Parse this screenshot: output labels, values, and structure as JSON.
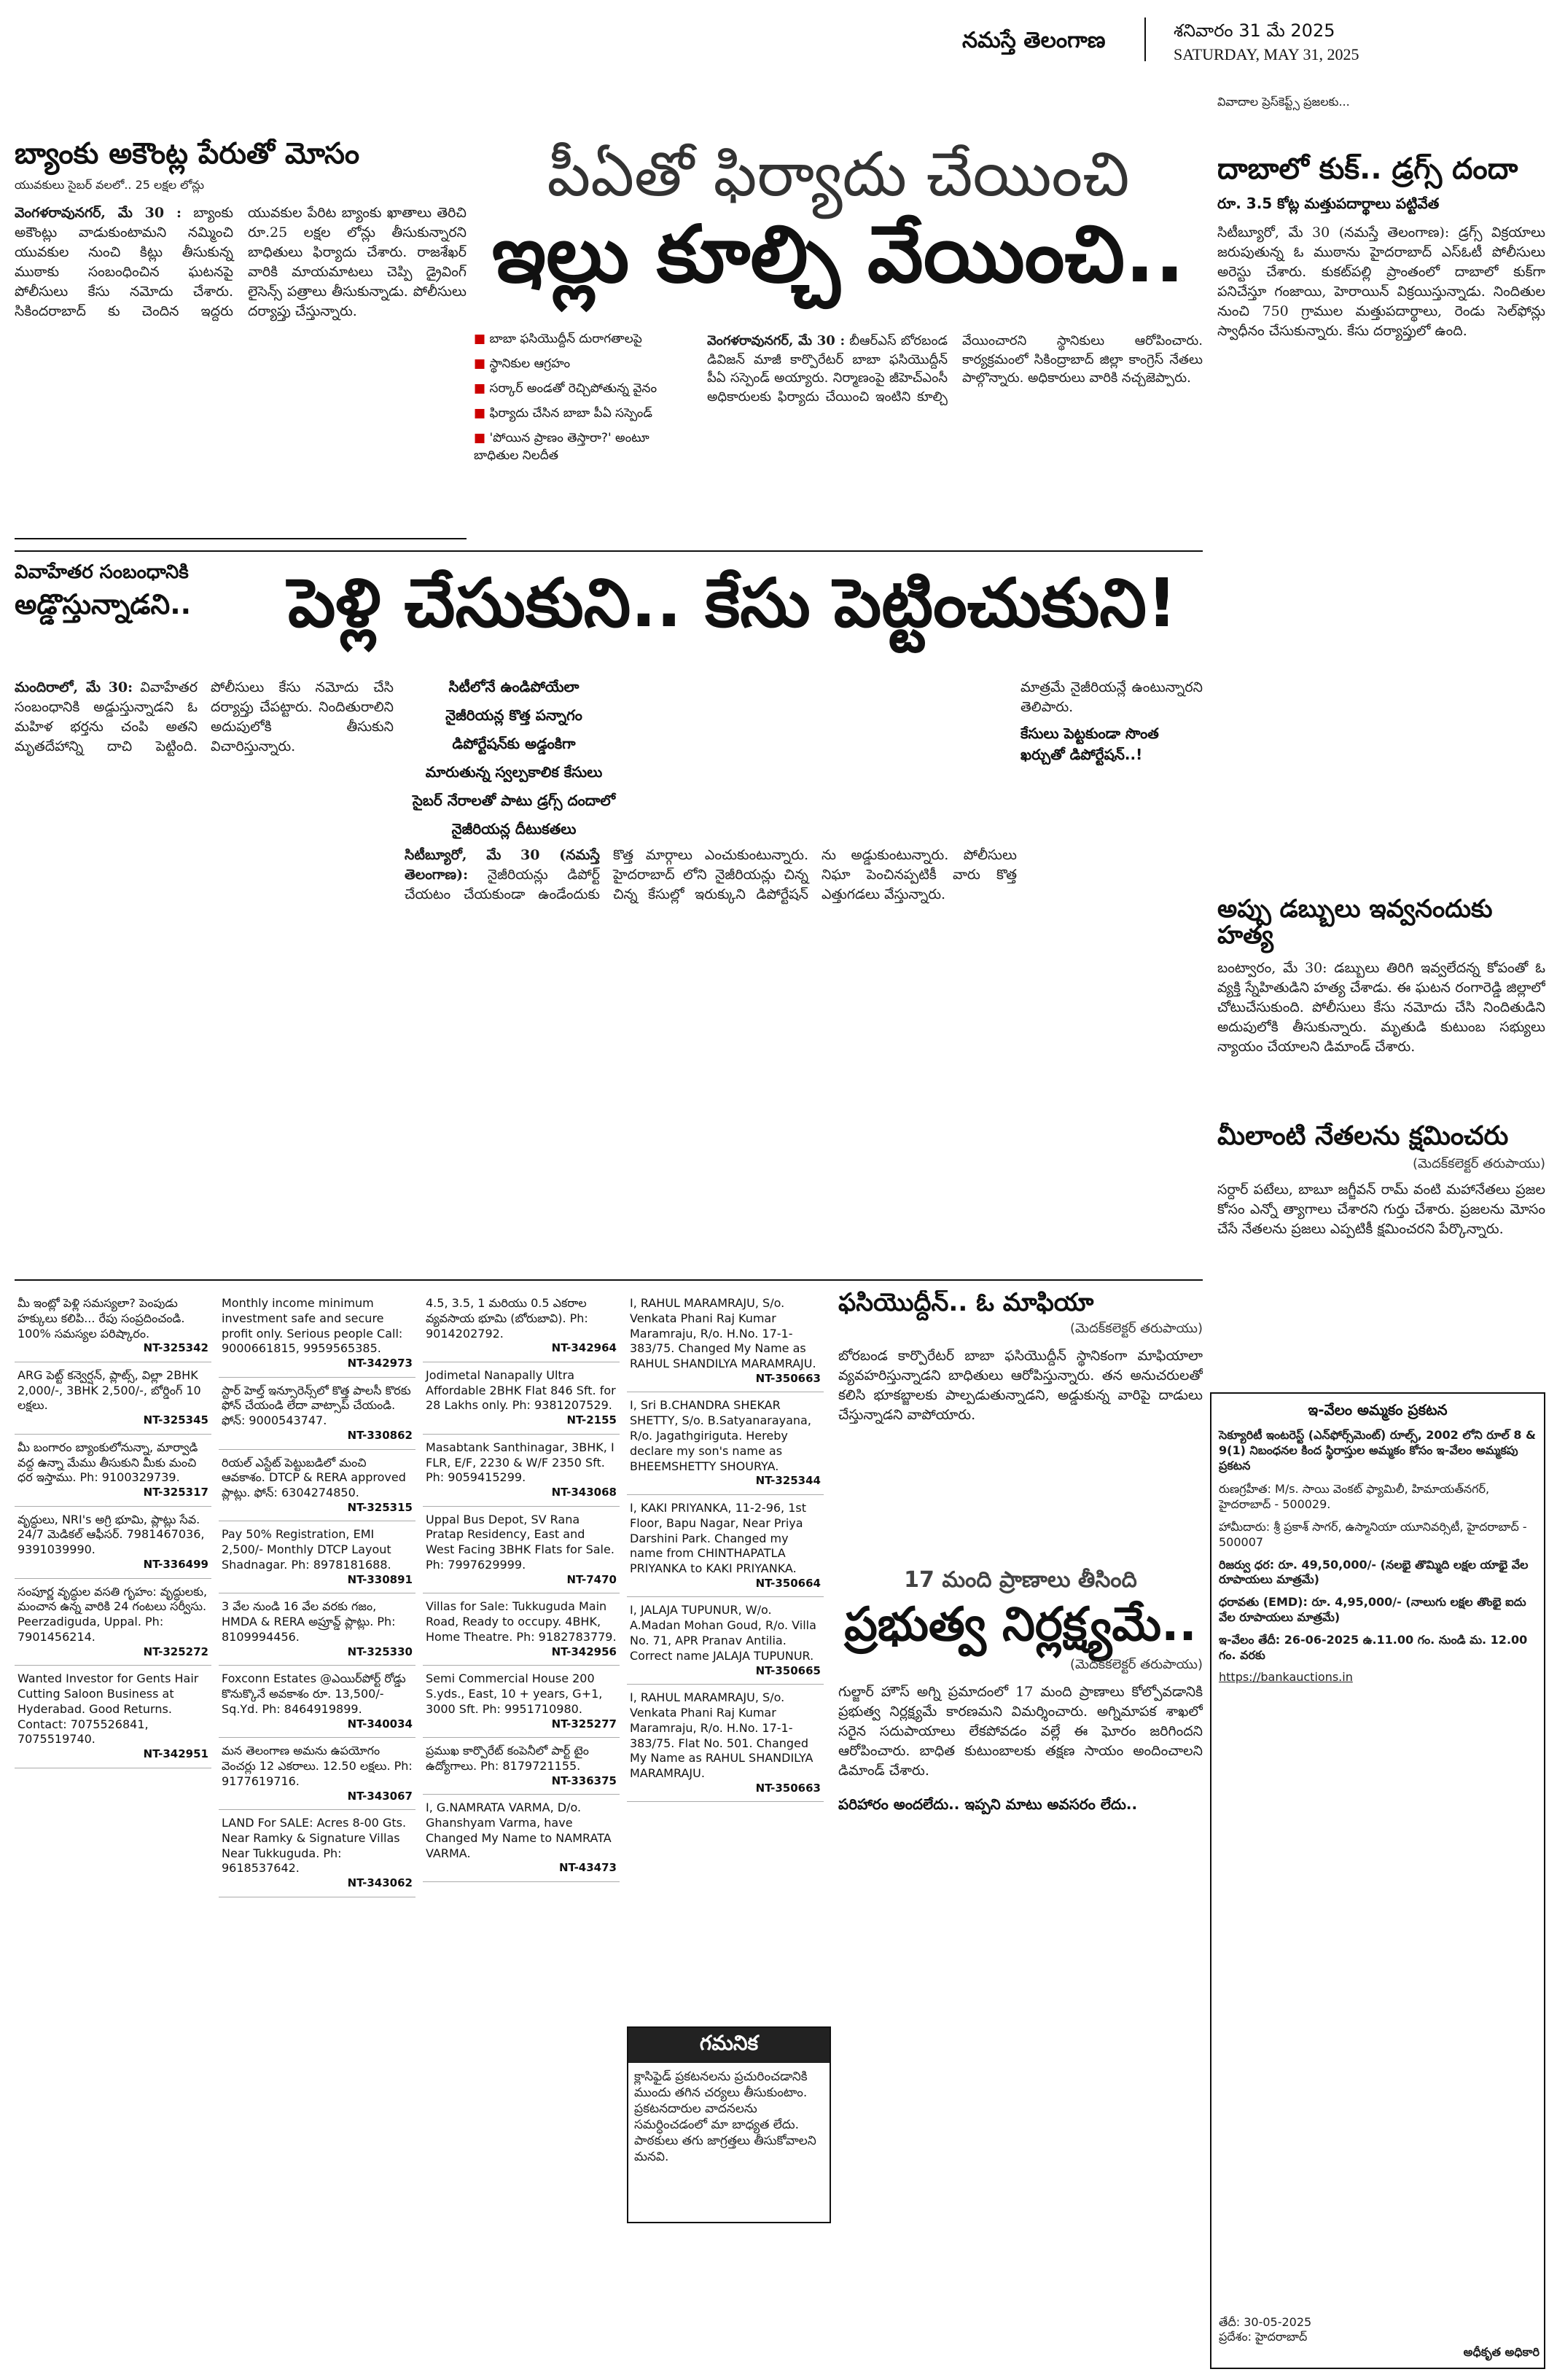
{
  "masthead": {
    "brand": "నమస్తే తెలంగాణ",
    "telugu_date": "శనివారం 31 మే 2025",
    "english_date": "SATURDAY, MAY 31, 2025"
  },
  "story_bank": {
    "headline": "బ్యాంకు అకౌంట్ల పేరుతో మోసం",
    "subhead": "యువకులు సైబర్ వలలో.. 25 లక్షల లోన్లు",
    "lead": "వెంగళరావునగర్, మే 30 :",
    "body": "బ్యాంకు అకౌంట్లు వాడుకుంటామని నమ్మించి యువకుల నుంచి కిట్లు తీసుకున్న ముఠాకు సంబంధించిన ఘటనపై పోలీసులు కేసు నమోదు చేశారు. సికిందరాబాద్ కు చెందిన ఇద్దరు యువకుల పేరిట బ్యాంకు ఖాతాలు తెరిచి రూ.25 లక్షల లోన్లు తీసుకున్నారని బాధితులు ఫిర్యాదు చేశారు. రాజశేఖర్ వారికి మాయమాటలు చెప్పి డ్రైవింగ్ లైసెన్స్ పత్రాలు తీసుకున్నాడు. పోలీసులు దర్యాప్తు చేస్తున్నారు."
  },
  "story_pa": {
    "headline_top": "పీఏతో ఫిర్యాదు చేయించి",
    "headline_main": "ఇల్లు కూల్చి వేయించి..",
    "bullets": [
      "బాబా ఫసియొద్దీన్ దురాగతాలపై",
      "స్థానికుల ఆగ్రహం",
      "సర్కార్ అండతో రెచ్చిపోతున్న వైనం",
      "ఫిర్యాదు చేసిన బాబా పీఏ సస్పెండ్",
      "'పోయిన ప్రాణం తెస్తారా?' అంటూ బాధితుల నిలదీత"
    ],
    "lead": "వెంగళరావునగర్, మే 30 :",
    "body": "బీఆర్ఎస్ బోరబండ డివిజన్ మాజీ కార్పొరేటర్ బాబా ఫసియొద్దీన్ పీఏ సస్పెండ్ అయ్యారు. నిర్మాణంపై జీహెచ్ఎంసీ అధికారులకు ఫిర్యాదు చేయించి ఇంటిని కూల్చి వేయించారని స్థానికులు ఆరోపించారు. కార్యక్రమంలో సికింద్రాబాద్ జిల్లా కాంగ్రెస్ నేతలు పాల్గొన్నారు. అధికారులు వారికి నచ్చజెప్పారు."
  },
  "story_dhaba": {
    "kicker": "వివాదాల ప్రెస్‌కెప్ట్స్ ప్రజలకు...",
    "headline": "దాబాలో కుక్.. డ్రగ్స్ దందా",
    "subhead": "రూ. 3.5 కోట్ల మత్తుపదార్థాలు పట్టివేత",
    "body": "సిటీబ్యూరో, మే 30 (నమస్తే తెలంగాణ): డ్రగ్స్ విక్రయాలు జరుపుతున్న ఓ ముఠాను హైదరాబాద్ ఎస్ఓటీ పోలీసులు అరెస్టు చేశారు. కుకట్‌పల్లి ప్రాంతంలో దాబాలో కుక్‌గా పనిచేస్తూ గంజాయి, హెరాయిన్ విక్రయిస్తున్నాడు. నిందితుల నుంచి 750 గ్రాముల మత్తుపదార్థాలు, రెండు సెల్‌ఫోన్లు స్వాధీనం చేసుకున్నారు. కేసు దర్యాప్తులో ఉంది."
  },
  "story_marriage": {
    "kicker": "వివాహేతర సంబంధానికి",
    "kicker2": "అడ్డొస్తున్నాడని..",
    "headline": "పెళ్లి చేసుకుని.. కేసు పెట్టించుకుని!",
    "lead": "మందిరాలో, మే 30:",
    "body": "వివాహేతర సంబంధానికి అడ్డుస్తున్నాడని ఓ మహిళ భర్తను చంపి అతని మృతదేహాన్ని దాచి పెట్టింది. పోలీసులు కేసు నమోదు చేసి దర్యాప్తు చేపట్టారు. నిందితురాలిని అదుపులోకి తీసుకుని విచారిస్తున్నారు."
  },
  "sidebar_nigeria": {
    "lines": [
      "సిటీలోనే ఉండిపోయేలా",
      "నైజీరియన్ల కొత్త పన్నాగం",
      "డిపోర్టేషన్‌కు అడ్డంకిగా",
      "మారుతున్న స్వల్పకాలిక కేసులు",
      "సైబర్ నేరాలతో పాటు డ్రగ్స్ దందాలో",
      "నైజీరియన్ల దీటుకతలు"
    ]
  },
  "story_nigeria": {
    "lead": "సిటీబ్యూరో, మే 30 (నమస్తే తెలంగాణ):",
    "body": "నైజీరియన్లు డిపోర్ట్ చేయటం చేయకుండా ఉండేందుకు కొత్త మార్గాలు ఎంచుకుంటున్నారు. హైదరాబాద్ లోని నైజీరియన్లు చిన్న చిన్న కేసుల్లో ఇరుక్కుని డిపోర్టేషన్ ను అడ్డుకుంటున్నారు. పోలీసులు నిఘా పెంచినప్పటికీ వారు కొత్త ఎత్తుగడలు వేస్తున్నారు.",
    "pullquote": "కేసులు పెట్టకుండా సొంత ఖర్చుతో డిపోర్టేషన్..!",
    "pullquote_lead": "మాత్రమే నైజీరియన్లే ఉంటున్నారని తెలిపారు."
  },
  "story_debt": {
    "headline": "అప్పు డబ్బులు ఇవ్వనందుకు హత్య",
    "body": "బంట్వారం, మే 30: డబ్బులు తిరిగి ఇవ్వలేదన్న కోపంతో ఓ వ్యక్తి స్నేహితుడిని హత్య చేశాడు. ఈ ఘటన రంగారెడ్డి జిల్లాలో చోటుచేసుకుంది. పోలీసులు కేసు నమోదు చేసి నిందితుడిని అదుపులోకి తీసుకున్నారు. మృతుడి కుటుంబ సభ్యులు న్యాయం చేయాలని డిమాండ్ చేశారు."
  },
  "story_leaders": {
    "headline": "మీలాంటి నేతలను క్షమించరు",
    "byline": "(మెదక్‌కలెక్టర్ తరుపాయు)",
    "body": "సర్దార్ పటేలు, బాబూ జగ్జీవన్ రామ్ వంటి మహానేతలు ప్రజల కోసం ఎన్నో త్యాగాలు చేశారని గుర్తు చేశారు. ప్రజలను మోసం చేసే నేతలను ప్రజలు ఎప్పటికీ క్షమించరని పేర్కొన్నారు."
  },
  "story_mafia": {
    "headline": "ఫసియొద్దీన్.. ఓ మాఫియా",
    "byline": "(మెదక్‌కలెక్టర్ తరుపాయు)",
    "body": "బోరబండ కార్పొరేటర్ బాబా ఫసియొద్దీన్ స్థానికంగా మాఫియాలా వ్యవహరిస్తున్నాడని బాధితులు ఆరోపిస్తున్నారు. తన అనుచరులతో కలిసి భూకబ్జాలకు పాల్పడుతున్నాడని, అడ్డుకున్న వారిపై దాడులు చేస్తున్నాడని వాపోయారు."
  },
  "story_negligence": {
    "kicker": "17 మంది ప్రాణాలు తీసింది",
    "headline": "ప్రభుత్వ నిర్లక్ష్యమే..",
    "byline": "(మెదక్‌కలెక్టర్ తరుపాయు)",
    "body": "గుల్జార్ హౌస్ అగ్ని ప్రమాదంలో 17 మంది ప్రాణాలు కోల్పోవడానికి ప్రభుత్వ నిర్లక్ష్యమే కారణమని విమర్శించారు. అగ్నిమాపక శాఖలో సరైన సదుపాయాలు లేకపోవడం వల్లే ఈ ఘోరం జరిగిందని ఆరోపించారు. బాధిత కుటుంబాలకు తక్షణ సాయం అందించాలని డిమాండ్ చేశారు.",
    "footer": "పరిహారం అందలేదు.. ఇప్పని మాటు అవసరం లేదు.."
  },
  "classifieds": [
    {
      "text": "మీ ఇంట్లో పెళ్లి సమస్యలా? పెంపుడు హక్కులు కలిపి... రేపు సంప్రదించండి. 100% సమస్యల పరిష్కారం.",
      "code": "NT-325342"
    },
    {
      "text": "ARG పెట్ట్ కన్వెర్షన్, ప్లాట్స్, విల్లా 2BHK 2,000/-, 3BHK 2,500/-, బోర్డింగ్ 10 లక్షలు.",
      "code": "NT-325345"
    },
    {
      "text": "మీ బంగారం బ్యాంకులోనున్నా, మార్వాడి వద్ద ఉన్నా మేము తీసుకుని మీకు మంచి ధర ఇస్తాము. Ph: 9100329739.",
      "code": "NT-325317"
    },
    {
      "text": "వృద్ధులు, NRI's అగ్రి భూమి, ప్లాట్లు సేవ. 24/7 మెడికల్ ఆఫీసర్. 7981467036, 9391039990.",
      "code": "NT-336499"
    },
    {
      "text": "సంపూర్ణ వృద్ధుల వసతి గృహం: వృద్ధులకు, మంచాన ఉన్న వారికి 24 గంటలు సర్వీసు. Peerzadiguda, Uppal. Ph: 7901456214.",
      "code": "NT-325272"
    },
    {
      "text": "Wanted Investor for Gents Hair Cutting Saloon Business at Hyderabad. Good Returns. Contact: 7075526841, 7075519740.",
      "code": "NT-342951"
    }
  ],
  "classifieds_col2": [
    {
      "text": "Monthly income minimum investment safe and secure profit only. Serious people Call: 9000661815, 9959565385.",
      "code": "NT-342973"
    },
    {
      "text": "స్టార్ హెల్త్ ఇన్సూరెన్స్‌లో కొత్త పాలసీ కొరకు ఫోన్ చేయండి లేదా వాట్సాప్ చేయండి. ఫోన్: 9000543747.",
      "code": "NT-330862"
    },
    {
      "text": "రియల్ ఎస్టేట్ పెట్టుబడిలో మంచి ఆవకాశం. DTCP & RERA approved ప్లాట్లు. ఫోన్: 6304274850.",
      "code": "NT-325315"
    },
    {
      "text": "Pay 50% Registration, EMI 2,500/- Monthly DTCP Layout Shadnagar. Ph: 8978181688.",
      "code": "NT-330891"
    },
    {
      "text": "3 వేల నుండి 16 వేల వరకు గజం, HMDA & RERA అప్రూవ్డ్ ప్లాట్లు. Ph: 8109994456.",
      "code": "NT-325330"
    },
    {
      "text": "Foxconn Estates @ఎయిర్‌పోర్ట్ రోడ్డు కొనుక్కొనే అవకాశం రూ. 13,500/- Sq.Yd. Ph: 8464919899.",
      "code": "NT-340034"
    },
    {
      "text": "మన తెలంగాణ అమను ఉపయోగం వెంచర్లు 12 ఎకరాలు. 12.50 లక్షలు. Ph: 9177619716.",
      "code": "NT-343067"
    },
    {
      "text": "LAND For SALE: Acres 8-00 Gts. Near Ramky & Signature Villas Near Tukkuguda. Ph: 9618537642.",
      "code": "NT-343062"
    }
  ],
  "classifieds_col3": [
    {
      "text": "4.5, 3.5, 1 మరియు 0.5 ఎకరాల వ్యవసాయ భూమి (బోరుబావి). Ph: 9014202792.",
      "code": "NT-342964"
    },
    {
      "text": "Jodimetal Nanapally Ultra Affordable 2BHK Flat 846 Sft. for 28 Lakhs only. Ph: 9381207529.",
      "code": "NT-2155"
    },
    {
      "text": "Masabtank Santhinagar, 3BHK, I FLR, E/F, 2230 & W/F 2350 Sft. Ph: 9059415299.",
      "code": "NT-343068"
    },
    {
      "text": "Uppal Bus Depot, SV Rana Pratap Residency, East and West Facing 3BHK Flats for Sale. Ph: 7997629999.",
      "code": "NT-7470"
    },
    {
      "text": "Villas for Sale: Tukkuguda Main Road, Ready to occupy. 4BHK, Home Theatre. Ph: 9182783779.",
      "code": "NT-342956"
    },
    {
      "text": "Semi Commercial House 200 S.yds., East, 10 + years, G+1, 3000 Sft. Ph: 9951710980.",
      "code": "NT-325277"
    },
    {
      "text": "ప్రముఖ కార్పొరేట్ కంపెనీలో పార్ట్ టైం ఉద్యోగాలు. Ph: 8179721155.",
      "code": "NT-336375"
    },
    {
      "text": "I, G.NAMRATA VARMA, D/o. Ghanshyam Varma, have Changed My Name to NAMRATA VARMA.",
      "code": "NT-43473"
    }
  ],
  "classifieds_col4": [
    {
      "text": "I, RAHUL MARAMRAJU, S/o. Venkata Phani Raj Kumar Maramraju, R/o. H.No. 17-1-383/75. Changed My Name as RAHUL SHANDILYA MARAMRAJU.",
      "code": "NT-350663"
    },
    {
      "text": "I, Sri B.CHANDRA SHEKAR SHETTY, S/o. B.Satyanarayana, R/o. Jagathgiriguta. Hereby declare my son's name as BHEEMSHETTY SHOURYA.",
      "code": "NT-325344"
    },
    {
      "text": "I, KAKI PRIYANKA, 11-2-96, 1st Floor, Bapu Nagar, Near Priya Darshini Park. Changed my name from CHINTHAPATLA PRIYANKA to KAKI PRIYANKA.",
      "code": "NT-350664"
    },
    {
      "text": "I, JALAJA TUPUNUR, W/o. A.Madan Mohan Goud, R/o. Villa No. 71, APR Pranav Antilia. Correct name JALAJA TUPUNUR.",
      "code": "NT-350665"
    },
    {
      "text": "I, RAHUL MARAMRAJU, S/o. Venkata Phani Raj Kumar Maramraju, R/o. H.No. 17-1-383/75. Flat No. 501. Changed My Name as RAHUL SHANDILYA MARAMRAJU.",
      "code": "NT-350663"
    }
  ],
  "gamanika": {
    "title": "గమనిక",
    "body": "క్లాసిఫైడ్ ప్రకటనలను ప్రచురించడానికి ముందు తగిన చర్యలు తీసుకుంటాం. ప్రకటనదారుల వాదనలను సమర్ధించడంలో మా బాధ్యత లేదు. పాఠకులు తగు జాగ్రత్తలు తీసుకోవాలని మనవి."
  },
  "legal_notice": {
    "title": "ఇ-వేలం అమ్మకం ప్రకటన",
    "header": "సెక్యూరిటీ ఇంటరెస్ట్ (ఎన్‌ఫోర్స్‌మెంట్) రూల్స్, 2002 లోని రూల్ 8 & 9(1) నిబంధనల కింద స్థిరాస్తుల అమ్మకం కోసం ఇ-వేలం అమ్మకపు ప్రకటన",
    "borrower": "రుణగ్రహీత: M/s. సాయి వెంకట్ ఫ్యామిలీ, హిమాయత్‌నగర్, హైదరాబాద్ - 500029.",
    "guarantor": "హామీదారు: శ్రీ ప్రకాశ్ సాగర్, ఉస్మానియా యూనివర్సిటీ, హైదరాబాద్ - 500007",
    "reserve_price": "రిజర్వు ధర: రూ. 49,50,000/- (నలభై తొమ్మిది లక్షల యాభై వేల రూపాయలు మాత్రమే)",
    "emd": "ధరావతు (EMD): రూ. 4,95,000/- (నాలుగు లక్షల తొంభై ఐదు వేల రూపాయలు మాత్రమే)",
    "auction_date": "ఇ-వేలం తేదీ: 26-06-2025 ఉ.11.00 గం. నుండి మ. 12.00 గం. వరకు",
    "website": "https://bankauctions.in",
    "date": "తేదీ: 30-05-2025",
    "place": "ప్రదేశం: హైదరాబాద్",
    "signatory": "అధీకృత అధికారి"
  }
}
